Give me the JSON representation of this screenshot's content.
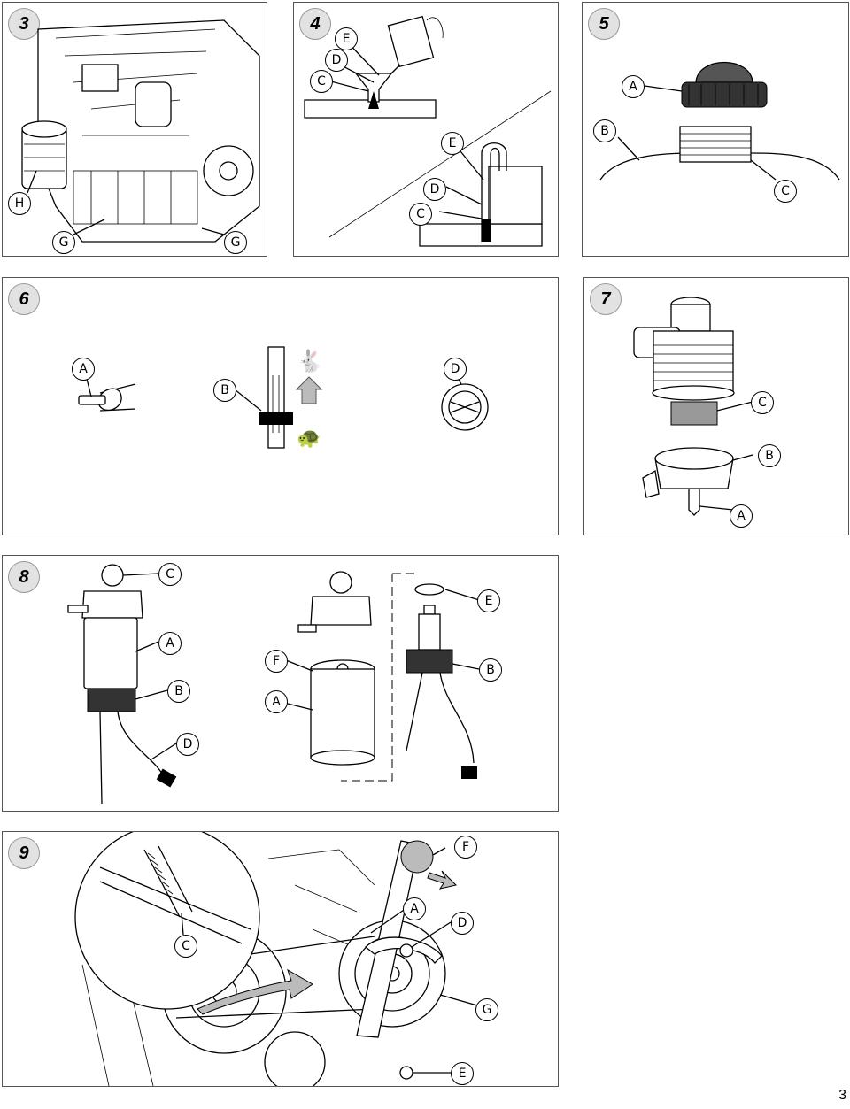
{
  "page_number": "3",
  "figures": [
    {
      "id": "fig3",
      "number": "3",
      "callouts": [
        "H",
        "G",
        "G"
      ]
    },
    {
      "id": "fig4",
      "number": "4",
      "callouts": [
        "E",
        "D",
        "C",
        "E",
        "D",
        "C"
      ]
    },
    {
      "id": "fig5",
      "number": "5",
      "callouts": [
        "A",
        "B",
        "C"
      ]
    },
    {
      "id": "fig6",
      "number": "6",
      "callouts": [
        "A",
        "B",
        "D"
      ]
    },
    {
      "id": "fig7",
      "number": "7",
      "callouts": [
        "C",
        "B",
        "A"
      ]
    },
    {
      "id": "fig8",
      "number": "8",
      "callouts": [
        "C",
        "A",
        "B",
        "D",
        "E",
        "F",
        "B",
        "A"
      ]
    },
    {
      "id": "fig9",
      "number": "9",
      "callouts": [
        "F",
        "A",
        "D",
        "C",
        "G",
        "E"
      ]
    }
  ],
  "icons": {
    "fast": "rabbit-icon",
    "slow": "turtle-icon",
    "direction": "arrow-icon"
  }
}
